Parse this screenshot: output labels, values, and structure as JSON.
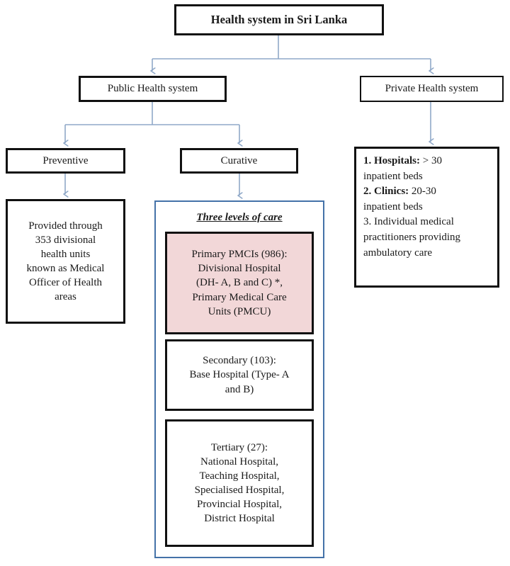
{
  "diagram": {
    "type": "flowchart",
    "title": "Health system in Sri Lanka",
    "palette": {
      "box_border": "#111111",
      "connector": "#8fa8c8",
      "container_border": "#4472a8",
      "highlight_fill": "#f2d7d8",
      "background": "#ffffff"
    },
    "nodes": {
      "root": {
        "label": "Health system in Sri Lanka"
      },
      "public": {
        "label": "Public Health system"
      },
      "private": {
        "label": "Private Health system"
      },
      "preventive": {
        "label": "Preventive"
      },
      "curative": {
        "label": "Curative"
      },
      "preventive_detail": {
        "label": "Provided through\n353 divisional\nhealth units\nknown as Medical\nOfficer of Health\nareas"
      },
      "private_detail": {
        "line1_lead": "1. Hospitals:",
        "line1_rest": " > 30",
        "line2": "inpatient beds",
        "line3_lead": "2. Clinics:",
        "line3_rest": " 20-30",
        "line4": "inpatient beds",
        "line5": "3. Individual medical",
        "line6": "practitioners providing",
        "line7": "ambulatory care"
      },
      "levels_container": {
        "title": "Three levels of care"
      },
      "primary": {
        "label": "Primary PMCIs (986):\nDivisional Hospital\n(DH- A, B and C) *,\nPrimary Medical Care\nUnits (PMCU)"
      },
      "secondary": {
        "label": "Secondary (103):\nBase Hospital (Type- A\nand B)"
      },
      "tertiary": {
        "label": "Tertiary (27):\nNational Hospital,\nTeaching Hospital,\nSpecialised Hospital,\nProvincial Hospital,\nDistrict Hospital"
      }
    },
    "edges": [
      {
        "from": "root",
        "to": "public"
      },
      {
        "from": "root",
        "to": "private"
      },
      {
        "from": "public",
        "to": "preventive"
      },
      {
        "from": "public",
        "to": "curative"
      },
      {
        "from": "preventive",
        "to": "preventive_detail"
      },
      {
        "from": "curative",
        "to": "levels_container"
      },
      {
        "from": "private",
        "to": "private_detail"
      }
    ]
  }
}
